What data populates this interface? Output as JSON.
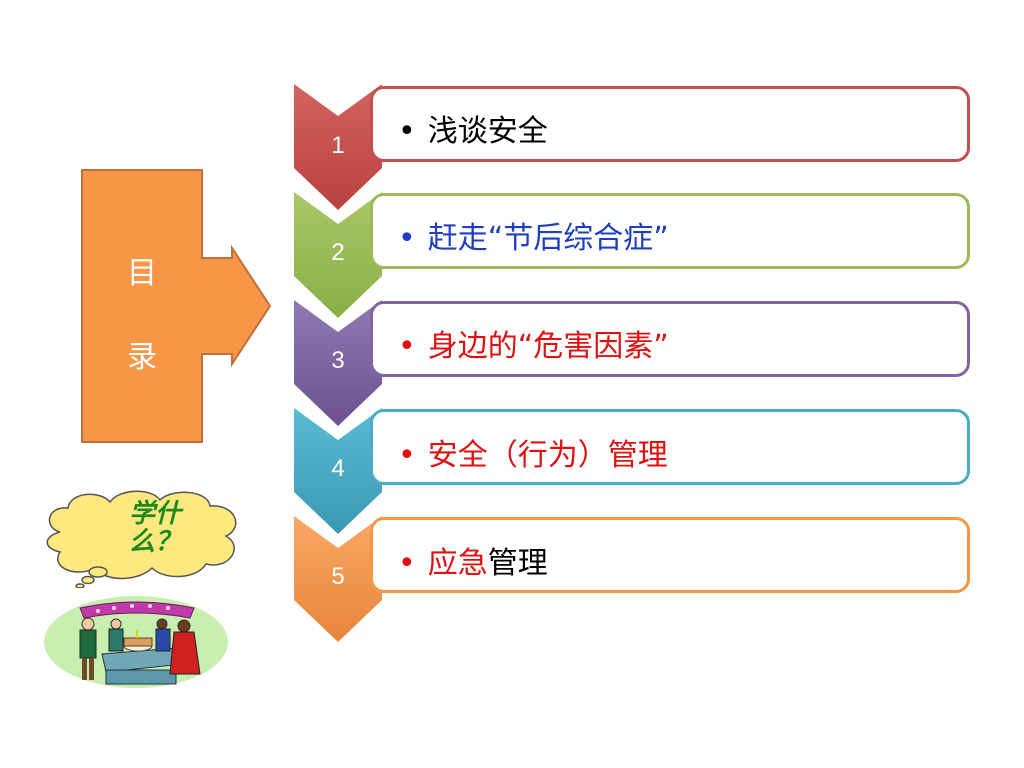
{
  "toc": {
    "char1": "目",
    "char2": "录"
  },
  "cloud": {
    "line1": "学什",
    "line2": "么？"
  },
  "items": [
    {
      "num": "1",
      "bullet": "•",
      "parts": [
        {
          "text": "浅谈安全",
          "color": "#000000"
        }
      ],
      "color": "#c0504d"
    },
    {
      "num": "2",
      "bullet": "•",
      "bullet_color": "#1f3fbf",
      "parts": [
        {
          "text": "赶走“节后综合症”",
          "color": "#1f3fbf"
        }
      ],
      "color": "#9bbb59"
    },
    {
      "num": "3",
      "bullet": "•",
      "bullet_color": "#e01010",
      "parts": [
        {
          "text": "身边的“危害因素”",
          "color": "#e01010"
        }
      ],
      "color": "#8064a2"
    },
    {
      "num": "4",
      "bullet": "•",
      "bullet_color": "#e01010",
      "parts": [
        {
          "text": "安全（行为）管理",
          "color": "#e01010"
        }
      ],
      "color": "#4bacc6"
    },
    {
      "num": "5",
      "bullet": "•",
      "bullet_color": "#e01010",
      "parts": [
        {
          "text": "应急",
          "color": "#e01010"
        },
        {
          "text": "管理",
          "color": "#000000"
        }
      ],
      "color": "#f79646"
    }
  ],
  "colors": {
    "callout": "#f79646",
    "callout_border": "#c0703a",
    "cloud_fill": "#ffe880",
    "party_bg": "#c8eeb0"
  },
  "icons": {
    "cloud": "thought-cloud-icon",
    "party": "birthday-party-clipart"
  }
}
